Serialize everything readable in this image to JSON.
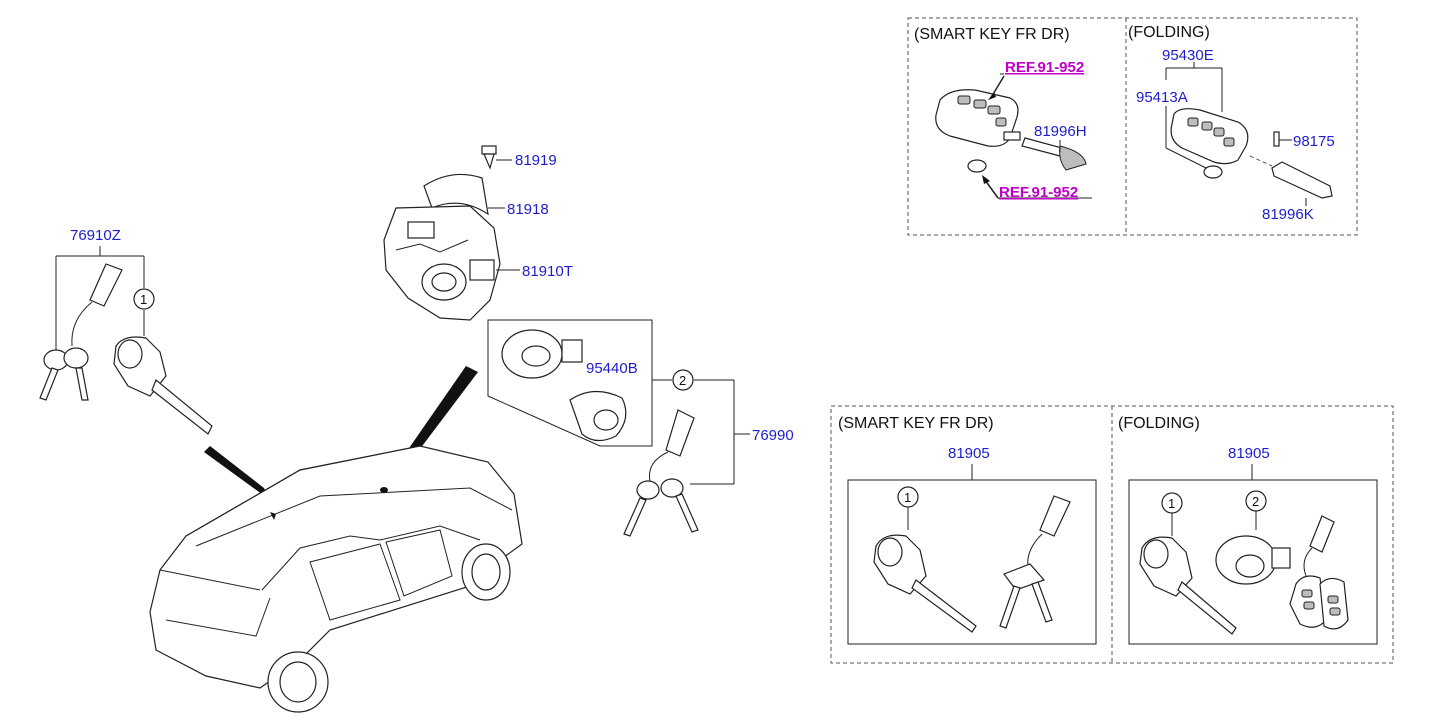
{
  "labels": {
    "p81919": "81919",
    "p81918": "81918",
    "p81910T": "81910T",
    "p76910Z": "76910Z",
    "p95440B": "95440B",
    "p76990": "76990",
    "p95430E": "95430E",
    "p95413A": "95413A",
    "p81996H": "81996H",
    "p98175": "98175",
    "p81996K": "81996K",
    "p81905_smart": "81905",
    "p81905_fold": "81905"
  },
  "refs": {
    "ref_top": "REF.91-952",
    "ref_bottom": "REF.91-952"
  },
  "headers": {
    "top_smart": "(SMART KEY FR DR)",
    "top_folding": "(FOLDING)",
    "bottom_smart": "(SMART KEY FR DR)",
    "bottom_folding": "(FOLDING)"
  },
  "circles": {
    "c1_main": "1",
    "c2_main": "2",
    "c1_smart": "1",
    "c1_fold": "1",
    "c2_fold": "2"
  }
}
